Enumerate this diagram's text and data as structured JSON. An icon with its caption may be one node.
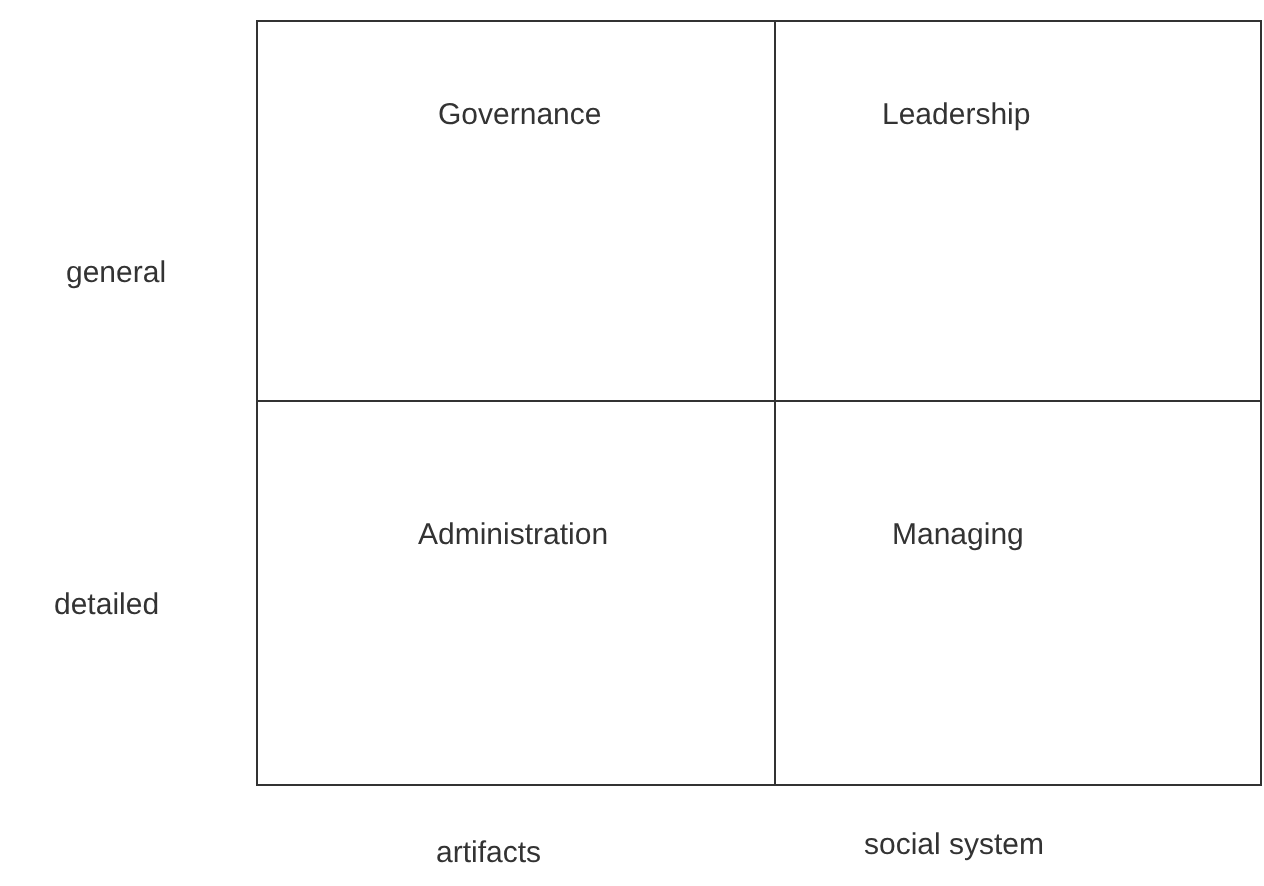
{
  "diagram": {
    "nodes": [
      {
        "text": [
          "Governance"
        ]
      },
      {
        "text": [
          "Leadership"
        ]
      },
      {
        "text": [
          "Administration"
        ]
      },
      {
        "text": [
          "Managing"
        ]
      }
    ],
    "labels": [
      "general",
      "detailed",
      "artifacts",
      "social system"
    ]
  }
}
